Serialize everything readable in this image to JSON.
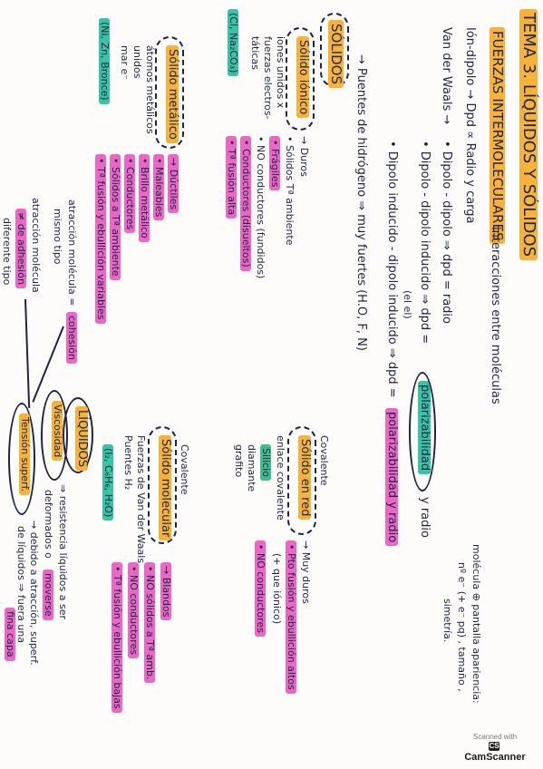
{
  "colors": {
    "ink": "#1f2440",
    "orange": "#f7b23a",
    "pink": "#ec66c8",
    "teal": "#35c4a4",
    "green": "#3bbf8f"
  },
  "header": {
    "topic": "TEMA 3. LÍQUIDOS Y SÓLIDOS"
  },
  "intermolecular": {
    "title": "FUERZAS INTERMOLECULARES",
    "subtitle": "interacciones entre moléculas",
    "ionic_line": "Ión-dipolo → Dpd ∝ Radio y carga",
    "vdw_label": "Van der Waals →",
    "dd": "• Dipolo - dipolo ⇒ dpd = radio",
    "ddi_a": "• Dipolo - dipolo inducido ⇒ dpd =",
    "polarizabilidad": "polarizabilidad",
    "ddi_b": "y radio",
    "ddi_c": "(el el)",
    "dispersion_a": "• Dipolo inducido - dipolo inducido ⇒ dpd =",
    "dispersion_b": "polarizabilidad y radio",
    "note_1": "molécula ⊕ pantalla apariencia:",
    "note_2": "nº e⁻ (+ e⁻ pq) , tamaño ,",
    "note_3": "simetría.",
    "hbond": "→ Puentes de hidrógeno ⇒ muy fuertes (H.O, F, N)"
  },
  "solidos": {
    "title": "SÓLIDOS",
    "ionico": {
      "title": "Sólido iónico",
      "desc_1": "iones unidos x",
      "desc_2": "fuerzas electros-",
      "desc_3": "táticas",
      "examples": "(Cl, Na₂CO₃)",
      "props": [
        "→ Duros",
        "• Sólidos Tª ambiente",
        "• Frágiles",
        "• NO conductores (fundidos)",
        "• Conductores (disueltos)",
        "• Tª fusión alta"
      ]
    },
    "metalico": {
      "title": "Sólido metálico",
      "desc_1": "átomos metálicos",
      "desc_2": "unidos",
      "desc_3": "mar e⁻",
      "examples": "(Ni, Zn, Bronce)",
      "props": [
        "→ Dúctiles",
        "• Maleables",
        "• Brillo metálico",
        "• Conductores",
        "• Sólidos a Tª ambiente",
        "• Tª fusión y ebullición variables"
      ]
    },
    "red": {
      "title": "Sólido en red",
      "top": "Covalente",
      "desc_1": "enlace covalente",
      "ex_1": "Silicio",
      "ex_2": "diamante",
      "ex_3": "grafito",
      "props": [
        "→ Muy duros",
        "• Pto fusión y ebullición altos",
        "(+ que iónico)",
        "• NO conductores"
      ]
    },
    "molecular": {
      "title": "Sólido molecular",
      "top": "Covalente",
      "desc_1": "Fuerzas de Van der Waals",
      "desc_2": "Puentes H₂",
      "examples": "(I₂, C₆H₆, H₂O)",
      "props": [
        "→ Blandos",
        "• NO sólidos a Tª amb.",
        "• NO conductores",
        "• Tª fusión y ebullición bajas"
      ]
    }
  },
  "liquidos": {
    "title": "LÍQUIDOS",
    "viscosidad": "Viscosidad",
    "visc_desc_1": "⇒ resistencia líquidos a ser",
    "visc_desc_2": "deformados o",
    "visc_highlight": "moverse",
    "tension": "Tensión superf.",
    "tens_desc_1": "→ debido a atracción, superf.",
    "tens_desc_2": "de líquidos ⇒ fuera una",
    "tens_highlight": "fina capa",
    "cohesion_a": "atracción molécula =",
    "cohesion_b": "cohesión",
    "cohesion_c": "mismo tipo",
    "adhesion_a": "atracción molécula",
    "adhesion_b": "≠ de adhesión",
    "adhesion_c": "diferente tipo"
  },
  "badge": {
    "top": "Scanned with",
    "brand": "CamScanner",
    "logo": "CS"
  }
}
